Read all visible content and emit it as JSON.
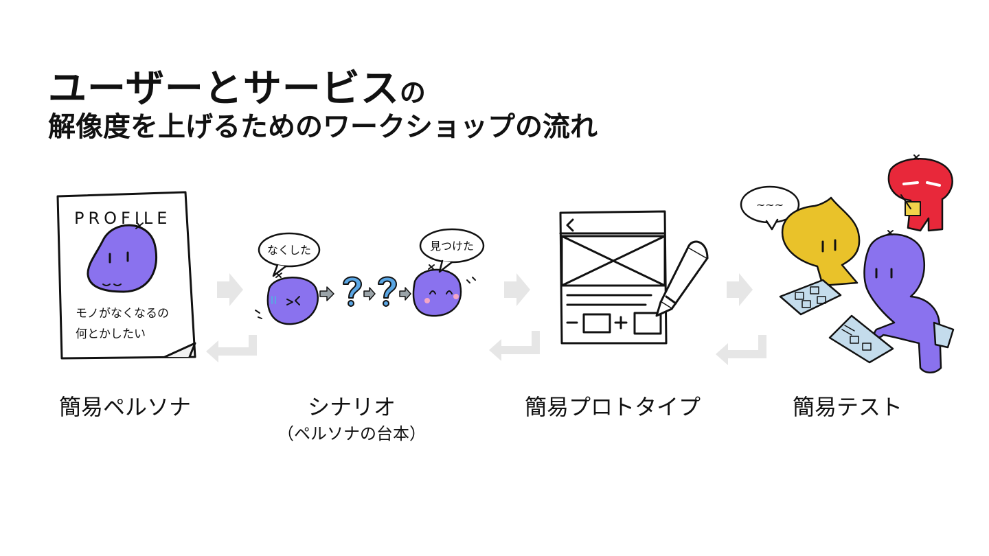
{
  "title": {
    "line1_main": "ユーザーとサービス",
    "line1_particle": "の",
    "line2": "解像度を上げるためのワークショップの流れ"
  },
  "steps": [
    {
      "label": "簡易ペルソナ"
    },
    {
      "label": "シナリオ",
      "sublabel": "（ペルソナの台本）"
    },
    {
      "label": "簡易プロトタイプ"
    },
    {
      "label": "簡易テスト"
    }
  ],
  "illustrations": {
    "profile_heading": "PROFILE",
    "profile_note_line1": "モノがなくなるの",
    "profile_note_line2": "何とかしたい",
    "bubble_lost": "なくした",
    "bubble_found": "見つけた",
    "bubble_test": "~~~"
  },
  "colors": {
    "purple": "#8a72ee",
    "yellow": "#e9c22a",
    "red": "#e8283a",
    "sheet_blue": "#c4dcec",
    "question_blue": "#5aa6e4",
    "arrow_grey": "#e6e6e6"
  }
}
